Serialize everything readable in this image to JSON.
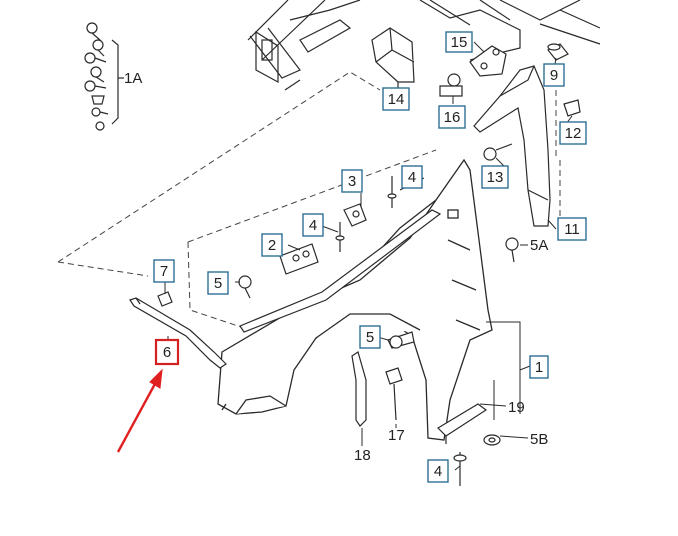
{
  "callouts": {
    "c1": "1",
    "c1A": "1A",
    "c2": "2",
    "c3": "3",
    "c4a": "4",
    "c4b": "4",
    "c4c": "4",
    "c5a": "5",
    "c5b": "5",
    "c5A": "5A",
    "c5B": "5B",
    "c6": "6",
    "c7": "7",
    "c9": "9",
    "c11": "11",
    "c12": "12",
    "c13": "13",
    "c14": "14",
    "c15": "15",
    "c16": "16",
    "c17": "17",
    "c18": "18",
    "c19": "19"
  },
  "colors": {
    "line": "#2a2a2a",
    "callout_border": "#2f6e96",
    "highlight_border": "#d42020",
    "arrow": "#e0201f",
    "dash": "#444444"
  }
}
